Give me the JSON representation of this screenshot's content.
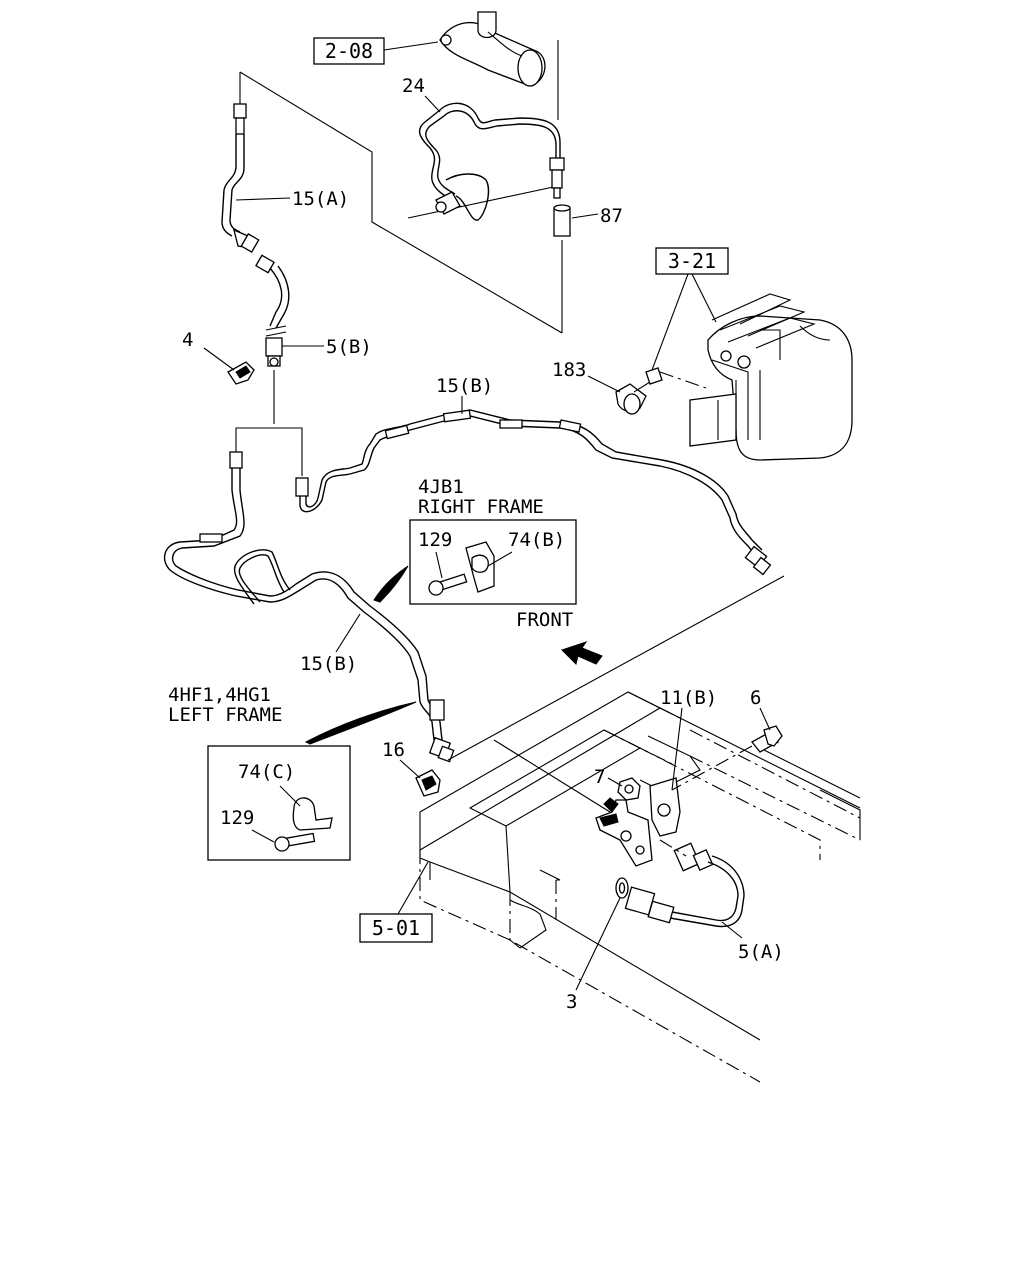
{
  "references": {
    "ref_2_08": "2-08",
    "ref_3_21": "3-21",
    "ref_5_01": "5-01"
  },
  "callouts": {
    "c24": "24",
    "c15a": "15(A)",
    "c87": "87",
    "c4": "4",
    "c5b": "5(B)",
    "c15b_top": "15(B)",
    "c183": "183",
    "c15b_low": "15(B)",
    "c11b": "11(B)",
    "c6": "6",
    "c16": "16",
    "c7": "7",
    "c5a": "5(A)",
    "c3": "3"
  },
  "insets": {
    "right_frame": {
      "title_line1": "4JB1",
      "title_line2": "RIGHT FRAME",
      "part_129": "129",
      "part_74b": "74(B)"
    },
    "left_frame": {
      "title_line1": "4HF1,4HG1",
      "title_line2": "LEFT FRAME",
      "part_74c": "74(C)",
      "part_129": "129"
    }
  },
  "direction": {
    "label": "FRONT"
  }
}
